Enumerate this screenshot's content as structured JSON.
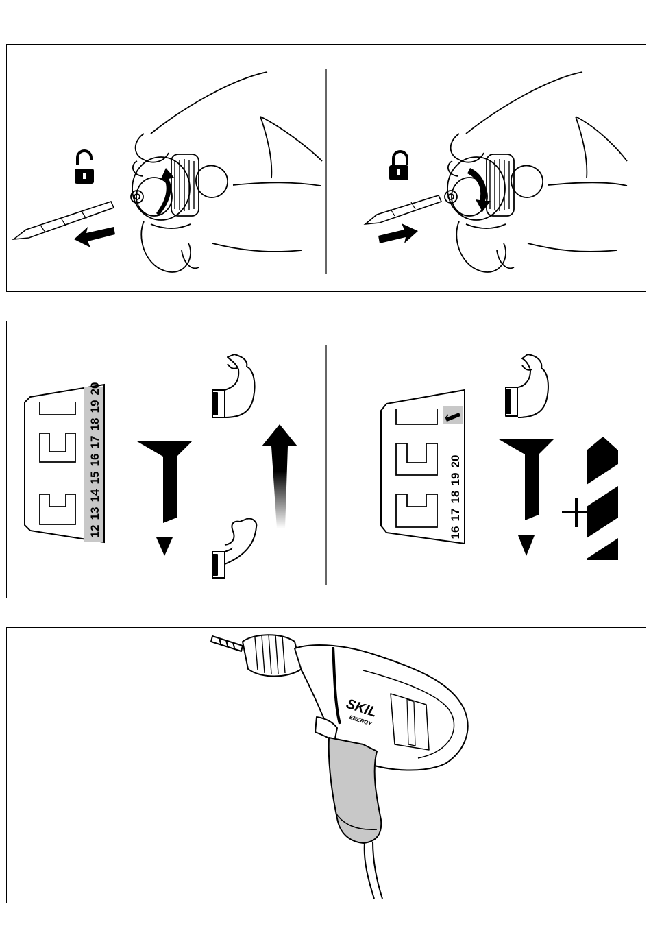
{
  "panel_top": {
    "left": {
      "lock_state_icon": "unlock-icon",
      "arrow_icon": "arrow-left-icon"
    },
    "right": {
      "lock_state_icon": "lock-icon",
      "arrow_icon": "arrow-right-icon"
    }
  },
  "panel_middle": {
    "left": {
      "scale_numbers": [
        "12",
        "13",
        "14",
        "15",
        "16",
        "17",
        "18",
        "19",
        "20"
      ],
      "icons": [
        "screw-icon",
        "strong-arm-icon",
        "weak-arm-icon",
        "torque-increase-arrow-icon"
      ]
    },
    "right": {
      "scale_numbers": [
        "16",
        "17",
        "18",
        "19",
        "20"
      ],
      "icons": [
        "drill-bit-symbol-icon",
        "screw-icon",
        "plus-icon",
        "drill-bit-icon",
        "strong-arm-icon"
      ]
    }
  },
  "panel_bottom": {
    "brand": "SKIL",
    "sub_brand": "ENERGY"
  },
  "colors": {
    "ink": "#000000",
    "shade": "#c8c8c8",
    "paper": "#ffffff"
  }
}
